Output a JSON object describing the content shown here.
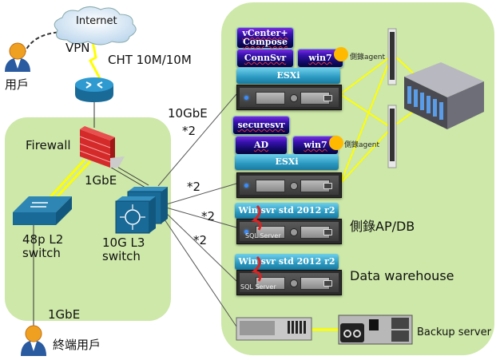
{
  "internet": {
    "label": "Internet"
  },
  "remote_user": {
    "label": "用戶"
  },
  "vpn": {
    "label": "VPN"
  },
  "isp_link": {
    "label": "CHT 10M/10M"
  },
  "firewall": {
    "label": "Firewall"
  },
  "links": {
    "firewall_to_switches": "1GbE",
    "uplink_10g": "10GbE",
    "multiplier": "*2",
    "end_user_link": "1GbE"
  },
  "l2_switch": {
    "line1": "48p L2",
    "line2": "switch"
  },
  "l3_switch": {
    "line1": "10G L3",
    "line2": "switch"
  },
  "end_user": {
    "label": "終端用戶"
  },
  "host1": {
    "vms": [
      "vCenter+",
      "Compose",
      "ConnSvr",
      "win7"
    ],
    "agent_label": "側錄agent",
    "hypervisor": "ESXi"
  },
  "host2": {
    "vms": [
      "securesvr",
      "AD",
      "win7"
    ],
    "agent_label": "側錄agent",
    "hypervisor": "ESXi"
  },
  "server_apdb": {
    "os": "Win svr std 2012 r2",
    "role": "側錄AP/DB",
    "db_badge": "SQL Server"
  },
  "server_dw": {
    "os": "Win svr std 2012 r2",
    "role": "Data warehouse",
    "db_badge": "SQL Server"
  },
  "backup": {
    "label": "Backup server"
  },
  "colors": {
    "zone": "#cde8a8",
    "storage_link": "#ffff00",
    "vm_box": "#2a10a0",
    "esxi": "#2a98c0",
    "agent": "#ffba00"
  }
}
